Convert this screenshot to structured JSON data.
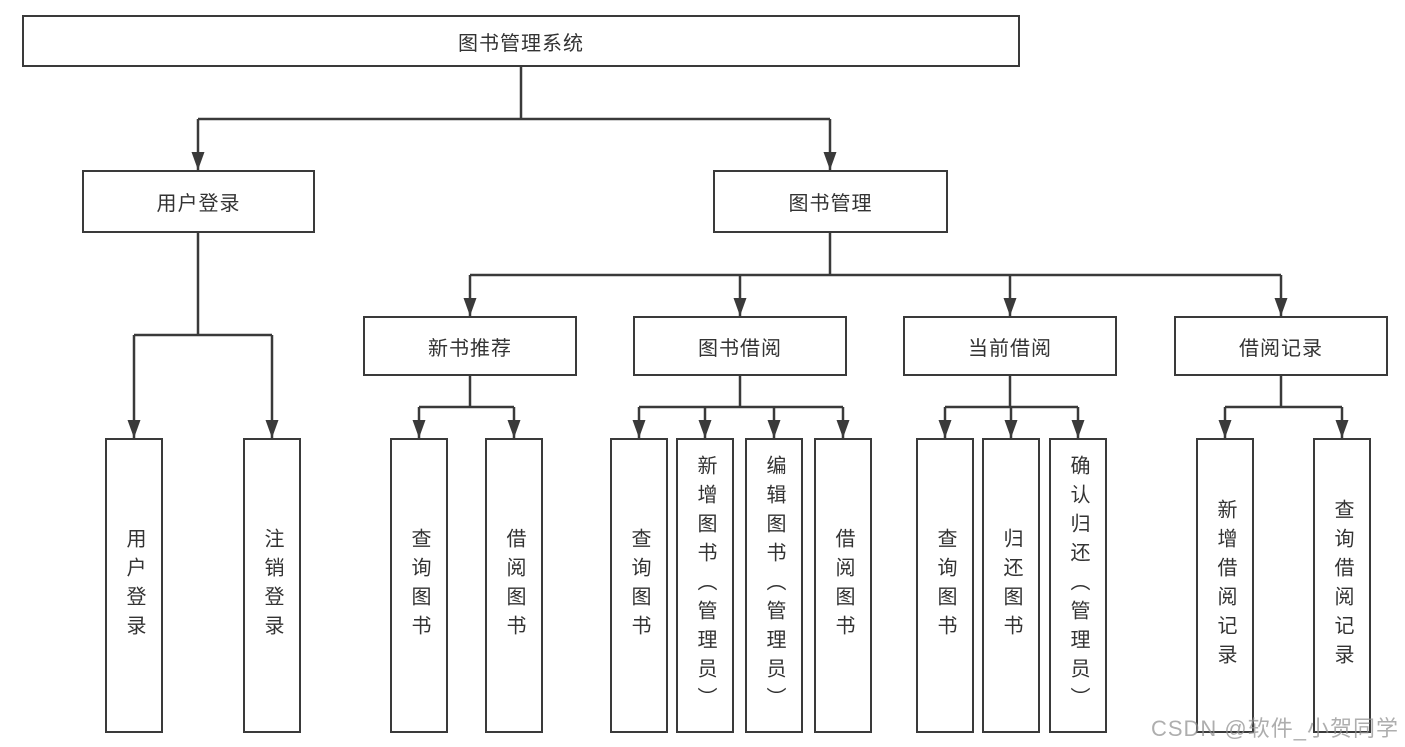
{
  "diagram": {
    "root": {
      "label": "图书管理系统"
    },
    "branches": [
      {
        "label": "用户登录",
        "children": [
          {
            "label": "用户登录"
          },
          {
            "label": "注销登录"
          }
        ]
      },
      {
        "label": "图书管理",
        "children": [
          {
            "label": "新书推荐",
            "children": [
              {
                "label": "查询图书"
              },
              {
                "label": "借阅图书"
              }
            ]
          },
          {
            "label": "图书借阅",
            "children": [
              {
                "label": "查询图书"
              },
              {
                "label": "新增图书（管理员）"
              },
              {
                "label": "编辑图书（管理员）"
              },
              {
                "label": "借阅图书"
              }
            ]
          },
          {
            "label": "当前借阅",
            "children": [
              {
                "label": "查询图书"
              },
              {
                "label": "归还图书"
              },
              {
                "label": "确认归还（管理员）"
              }
            ]
          },
          {
            "label": "借阅记录",
            "children": [
              {
                "label": "新增借阅记录"
              },
              {
                "label": "查询借阅记录"
              }
            ]
          }
        ]
      }
    ]
  },
  "watermark": {
    "text": "CSDN @软件_小贺同学"
  },
  "colors": {
    "line": "#3a3a3a",
    "text": "#333333",
    "background": "#ffffff",
    "watermark": "#8f8f8f"
  }
}
